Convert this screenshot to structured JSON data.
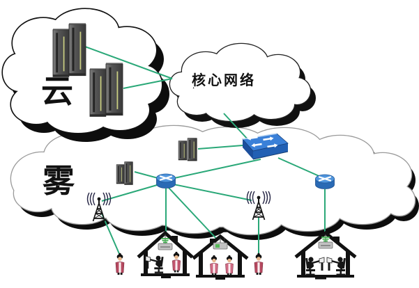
{
  "diagram": {
    "type": "network-topology",
    "labels": {
      "cloud_layer": "云",
      "fog_layer": "雾",
      "core_network": "核心网络"
    },
    "nodes": [
      {
        "id": "cloud-layer",
        "label": "云",
        "kind": "cloud",
        "devices": [
          "server-rack-pair",
          "server-rack-pair"
        ]
      },
      {
        "id": "core-network",
        "label": "核心网络",
        "kind": "cloud"
      },
      {
        "id": "fog-layer",
        "label": "雾",
        "kind": "cloud",
        "devices": [
          "server-rack-pair",
          "server-rack-pair",
          "network-switch",
          "router",
          "router",
          "antenna-tower",
          "antenna-tower"
        ]
      },
      {
        "id": "house-1",
        "kind": "house",
        "devices": [
          "wifi-access-point"
        ],
        "occupants": [
          "person-at-desk",
          "standing-person"
        ]
      },
      {
        "id": "house-2",
        "kind": "house",
        "devices": [
          "wifi-access-point"
        ],
        "occupants": [
          "standing-person",
          "standing-person"
        ]
      },
      {
        "id": "house-3",
        "kind": "house",
        "devices": [
          "wifi-access-point"
        ],
        "occupants": [
          "person-at-desk",
          "person-at-desk"
        ]
      },
      {
        "id": "user-1",
        "kind": "person"
      },
      {
        "id": "user-2",
        "kind": "person"
      }
    ],
    "edges": [
      [
        "cloud-server-1",
        "core-network"
      ],
      [
        "cloud-server-2",
        "core-network"
      ],
      [
        "core-network",
        "switch"
      ],
      [
        "switch",
        "fog-server-1"
      ],
      [
        "switch",
        "router-center"
      ],
      [
        "switch",
        "router-right"
      ],
      [
        "router-center",
        "fog-server-2"
      ],
      [
        "router-center",
        "antenna-left"
      ],
      [
        "router-center",
        "house-1"
      ],
      [
        "router-center",
        "house-2"
      ],
      [
        "router-center",
        "antenna-right"
      ],
      [
        "router-right",
        "house-3"
      ],
      [
        "antenna-left",
        "user-1"
      ],
      [
        "antenna-right",
        "user-2"
      ]
    ],
    "colors": {
      "link": "#2aa878",
      "switch_blue": "#3a80d8",
      "router_blue": "#4f94dc",
      "server_gray": "#4f4f4f",
      "person_red": "#b5485f",
      "wifi_green": "#3fae4e",
      "outline_black": "#111111",
      "fog_outline_gray": "#9a9a9a"
    }
  }
}
